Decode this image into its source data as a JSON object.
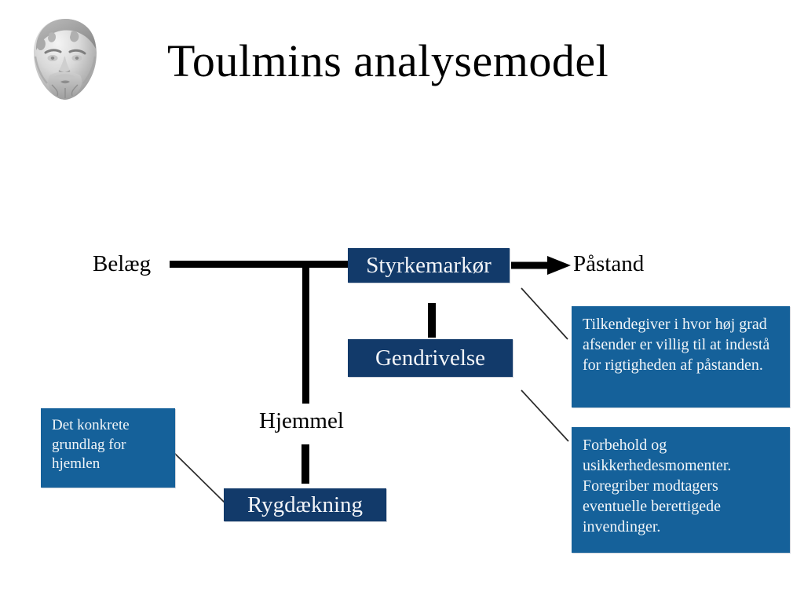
{
  "slide": {
    "title": "Toulmins analysemodel",
    "background_color": "#ffffff",
    "node_color": "#123a6a",
    "callout_color": "#15619a",
    "line_color": "#000000",
    "text_color": "#000000",
    "box_text_color": "#f2f4f8"
  },
  "image": {
    "bust_alt": "aristotle-bust",
    "style": "grayscale marble bust"
  },
  "labels": {
    "belaeg": "Belæg",
    "paastand": "Påstand",
    "hjemmel": "Hjemmel"
  },
  "nodes": {
    "styrkemarkoer": "Styrkemarkør",
    "gendrivelse": "Gendrivelse",
    "rygdaekning": "Rygdækning"
  },
  "callouts": {
    "styrkemarkoer": "Tilkendegiver i hvor høj grad afsender er villig til at indestå for rigtigheden af påstanden.",
    "gendrivelse": "Forbehold og usikkerhedesmomenter. Foregriber modtagers eventuelle berettigede invendinger.",
    "hjemmel": "Det konkrete grundlag for hjemlen"
  },
  "connectors": [
    {
      "name": "belaeg-to-styrkemarkoer",
      "type": "line"
    },
    {
      "name": "branch-to-hjemmel",
      "type": "line"
    },
    {
      "name": "styrkemarkoer-to-gendrivelse",
      "type": "line"
    },
    {
      "name": "hjemmel-to-rygdaekning",
      "type": "line"
    },
    {
      "name": "styrkemarkoer-to-paastand",
      "type": "arrow"
    },
    {
      "name": "styrkemarkoer-callout-leader",
      "type": "leader"
    },
    {
      "name": "gendrivelse-callout-leader",
      "type": "leader"
    },
    {
      "name": "hjemmel-callout-leader",
      "type": "leader"
    }
  ]
}
